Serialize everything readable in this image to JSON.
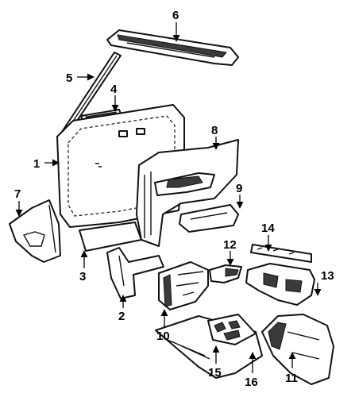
{
  "callouts": [
    {
      "id": "1",
      "label": "1"
    },
    {
      "id": "2",
      "label": "2"
    },
    {
      "id": "3",
      "label": "3"
    },
    {
      "id": "4",
      "label": "4"
    },
    {
      "id": "5",
      "label": "5"
    },
    {
      "id": "6",
      "label": "6"
    },
    {
      "id": "7",
      "label": "7"
    },
    {
      "id": "8",
      "label": "8"
    },
    {
      "id": "9",
      "label": "9"
    },
    {
      "id": "10",
      "label": "10"
    },
    {
      "id": "11",
      "label": "11"
    },
    {
      "id": "12",
      "label": "12"
    },
    {
      "id": "13",
      "label": "13"
    },
    {
      "id": "14",
      "label": "14"
    },
    {
      "id": "15",
      "label": "15"
    },
    {
      "id": "16",
      "label": "16"
    }
  ],
  "colors": {
    "line": "#111111",
    "background": "#ffffff",
    "shading": "#3a3a3a"
  }
}
